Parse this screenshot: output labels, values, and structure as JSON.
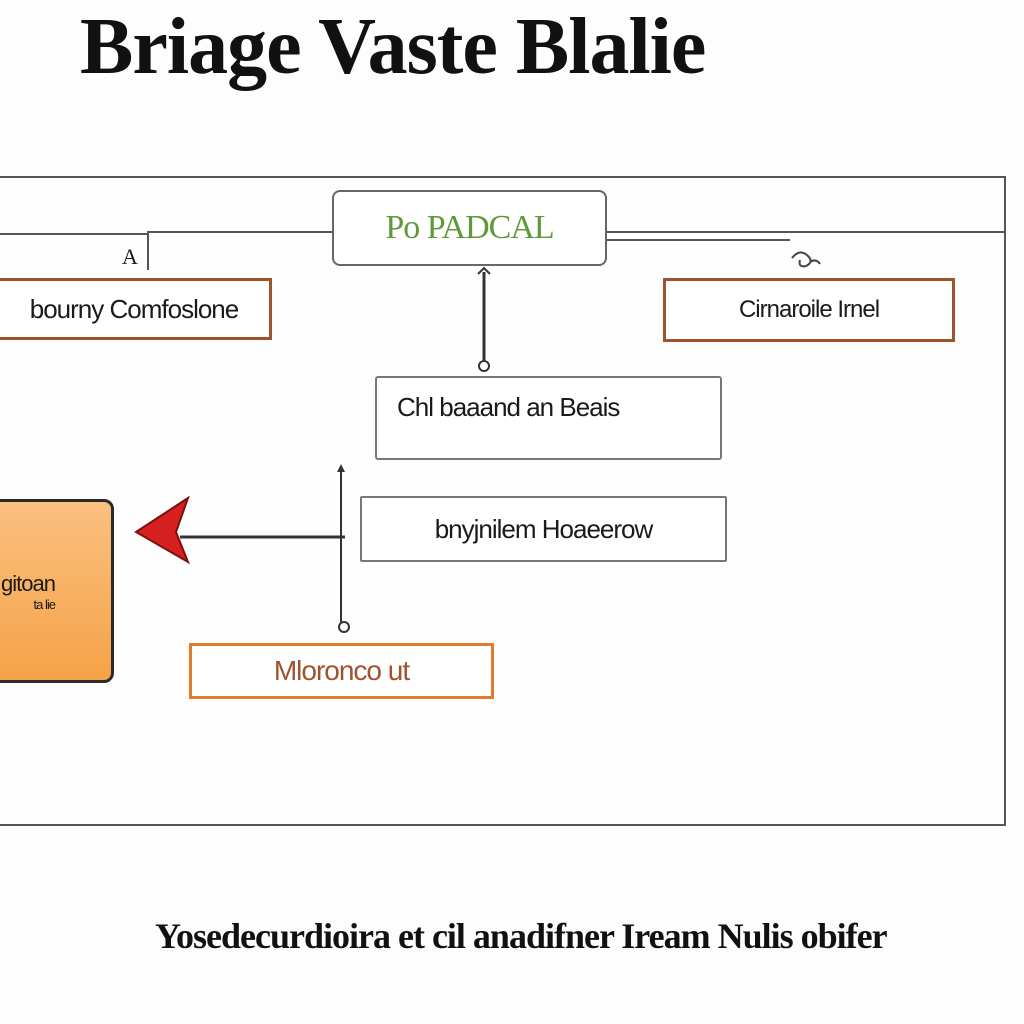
{
  "title": "Briage Vaste Blalie",
  "root_label": "Po PADCAL",
  "left_top_label": "bourny Comfoslone",
  "right_top_label": "Cirnaroile Irnel",
  "mid1_label": "Chl baaand an Beais",
  "mid2_label": "bnyjnilem Hoaeerow",
  "bottom_label": "Mloronco ut",
  "orange_label_1": "gitoan",
  "orange_label_2": "ta lie",
  "left_marker": "A",
  "footer": "Yosedecurdioira et cil anadifner Iream Nulis obifer",
  "colors": {
    "root_text": "#5f9a3a",
    "brown_border": "#a0522d",
    "orange_border": "#e07b2d",
    "arrow_red": "#d62020",
    "orange_fill": "#f5a347"
  }
}
